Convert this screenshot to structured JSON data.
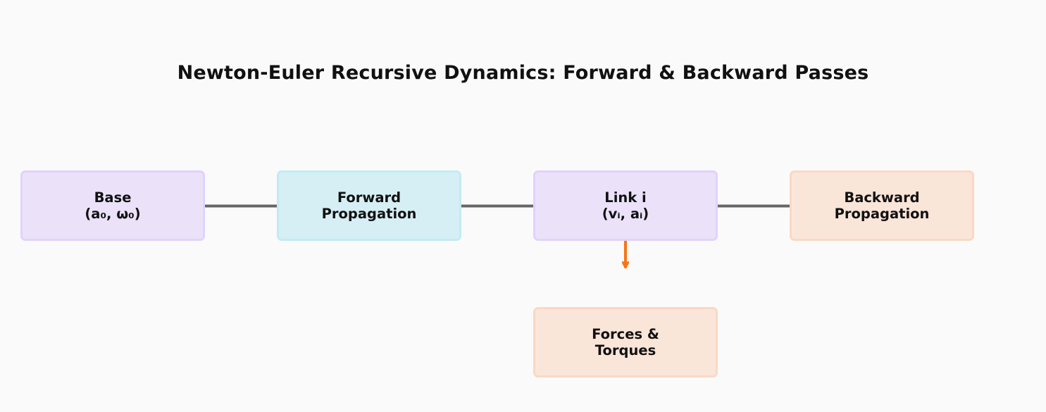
{
  "title": "Newton-Euler Recursive Dynamics: Forward & Backward Passes",
  "colors": {
    "arrow_main": "#666666",
    "arrow_accent": "#f97316",
    "node_purple": "#ebe2fa",
    "node_cyan": "#d5eff5",
    "node_peach": "#fae5d9"
  },
  "nodes": {
    "base": {
      "line1": "Base",
      "line2": "(a₀, ω₀)"
    },
    "forward": {
      "line1": "Forward",
      "line2": "Propagation"
    },
    "link": {
      "line1": "Link i",
      "line2": "(vᵢ, aᵢ)"
    },
    "backward": {
      "line1": "Backward",
      "line2": "Propagation"
    },
    "forces": {
      "line1": "Forces &",
      "line2": "Torques"
    }
  },
  "edges": [
    {
      "from": "base",
      "to": "forward"
    },
    {
      "from": "forward",
      "to": "link"
    },
    {
      "from": "link",
      "to": "backward"
    },
    {
      "from": "link",
      "to": "forces"
    }
  ]
}
